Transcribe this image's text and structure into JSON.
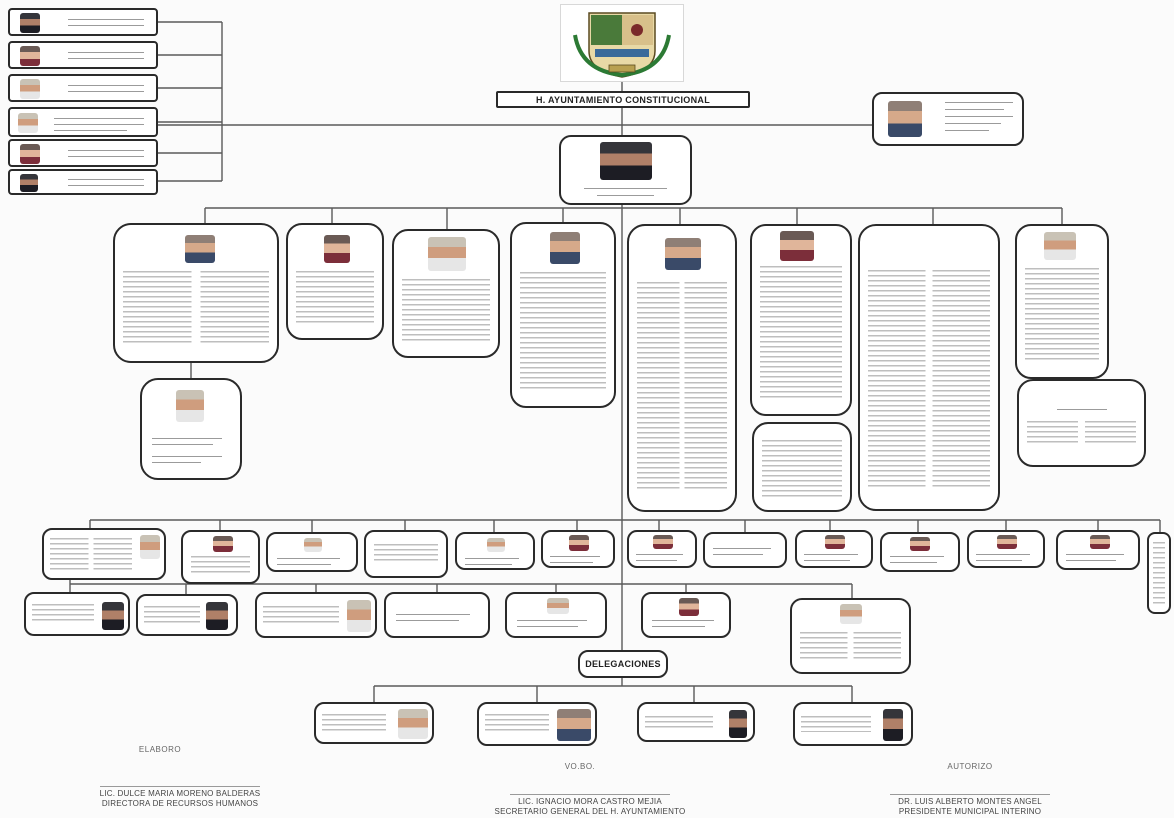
{
  "title_bar": {
    "text": "H. AYUNTAMIENTO CONSTITUCIONAL"
  },
  "delegations_bar": {
    "text": "DELEGACIONES"
  },
  "signatures": [
    {
      "heading": "ELABORO",
      "name": "LIC. DULCE MARIA MORENO BALDERAS",
      "role": "DIRECTORA DE RECURSOS HUMANOS"
    },
    {
      "heading": "VO.BO.",
      "name": "LIC. IGNACIO MORA CASTRO MEJIA",
      "role": "SECRETARIO GENERAL DEL H. AYUNTAMIENTO"
    },
    {
      "heading": "AUTORIZO",
      "name": "DR. LUIS ALBERTO MONTES ANGEL",
      "role": "PRESIDENTE MUNICIPAL INTERINO"
    }
  ],
  "colors": {
    "border": "#2a2a2a",
    "connector": "#5a5a5a",
    "background": "#fbfbfb"
  }
}
